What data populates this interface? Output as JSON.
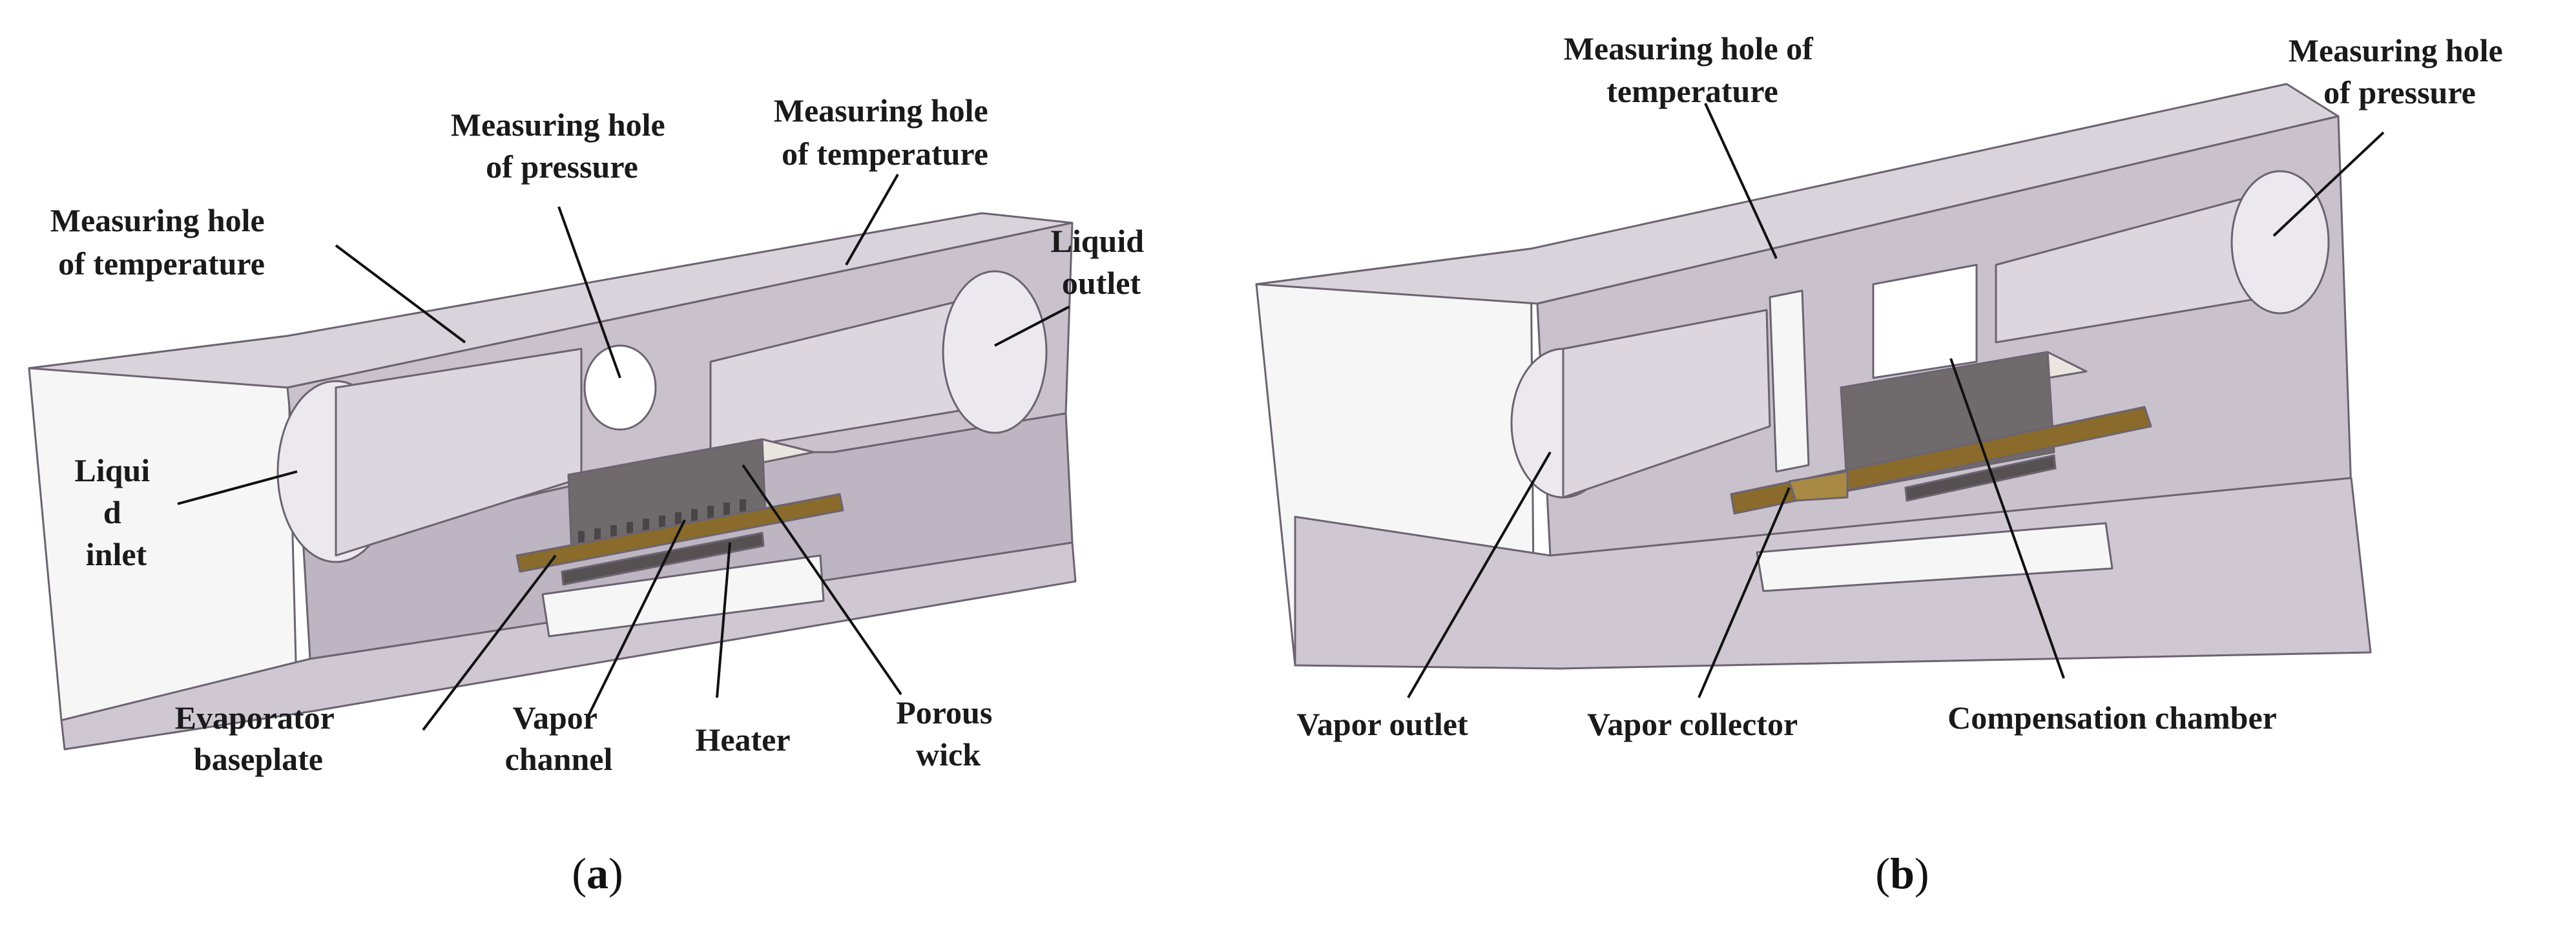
{
  "colors": {
    "body_light": "#c9c2cc",
    "body_side": "#ddd8df",
    "body_front": "#b6aebb",
    "white_block": "#f6f6f7",
    "plate_brown": "#8a6b2c",
    "wick_dark": "#6f6a6c",
    "wick_top": "#e9e5df"
  },
  "panel_a": {
    "caption_letter": "a",
    "labels": {
      "measuring_temp_left": [
        "Measuring hole",
        "of temperature"
      ],
      "measuring_pressure": [
        "Measuring hole",
        "of pressure"
      ],
      "measuring_temp_right": [
        "Measuring hole",
        "of temperature"
      ],
      "liquid_outlet": [
        "Liquid",
        "outlet"
      ],
      "liquid_inlet": [
        "Liqui",
        "d",
        "inlet"
      ],
      "evaporator_baseplate": [
        "Evaporator",
        "baseplate"
      ],
      "vapor_channel": [
        "Vapor",
        "channel"
      ],
      "heater": [
        "Heater"
      ],
      "porous_wick": [
        "Porous",
        "wick"
      ]
    }
  },
  "panel_b": {
    "caption_letter": "b",
    "labels": {
      "measuring_temp": [
        "Measuring hole of",
        "temperature"
      ],
      "measuring_pressure": [
        "Measuring hole",
        "of pressure"
      ],
      "vapor_outlet": [
        "Vapor outlet"
      ],
      "vapor_collector": [
        "Vapor collector"
      ],
      "compensation_chamber": [
        "Compensation chamber"
      ]
    }
  }
}
